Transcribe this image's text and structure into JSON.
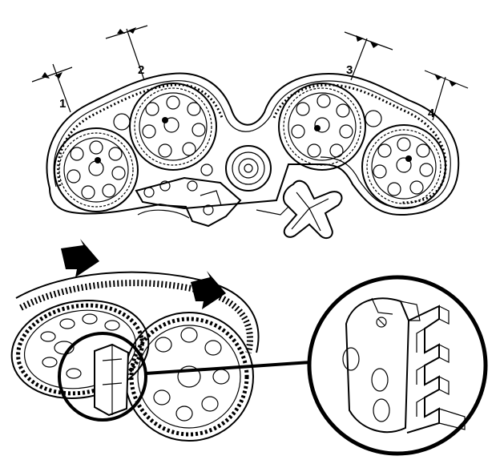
{
  "diagram": {
    "labels": [
      {
        "id": "marker-1",
        "text": "1"
      },
      {
        "id": "marker-2",
        "text": "2"
      },
      {
        "id": "marker-3",
        "text": "3"
      },
      {
        "id": "marker-4",
        "text": "4"
      }
    ]
  },
  "colors": {
    "ink": "#000000",
    "paper": "#ffffff"
  }
}
